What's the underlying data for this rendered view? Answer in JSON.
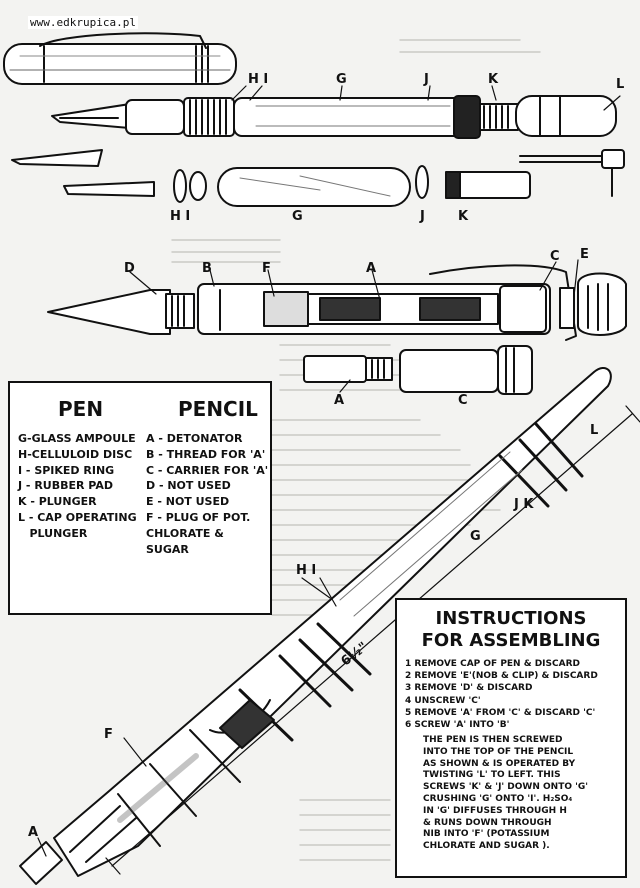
{
  "watermark": "www.edkrupica.pl",
  "labels": {
    "top_hi": "H I",
    "top_g": "G",
    "top_j": "J",
    "top_k": "K",
    "top_l": "L",
    "mid_hi": "H I",
    "mid_g": "G",
    "mid_j": "J",
    "mid_k": "K",
    "pen_d": "D",
    "pen_b": "B",
    "pen_f": "F",
    "pen_a": "A",
    "pen_c": "C",
    "pen_e": "E",
    "part_a": "A",
    "part_c": "C",
    "assembled_l": "L",
    "assembled_jk": "J K",
    "assembled_g": "G",
    "assembled_hi": "H I",
    "assembled_f": "F",
    "assembled_a": "A",
    "dimension": "6½\""
  },
  "key": {
    "pen_heading": "PEN",
    "pencil_heading": "PENCIL",
    "pen_items": [
      "G-GLASS AMPOULE",
      "H-CELLULOID DISC",
      "I - SPIKED RING",
      "J - RUBBER PAD",
      "K - PLUNGER",
      "L - CAP OPERATING",
      "   PLUNGER"
    ],
    "pencil_items": [
      "A - DETONATOR",
      "B - THREAD FOR 'A'",
      "C - CARRIER FOR 'A'",
      "D - NOT USED",
      "E - NOT USED",
      "F - PLUG OF POT.",
      "CHLORATE & SUGAR"
    ]
  },
  "instructions": {
    "title_line1": "INSTRUCTIONS",
    "title_line2": "FOR ASSEMBLING",
    "steps": [
      "1  REMOVE CAP OF PEN & DISCARD",
      "2  REMOVE 'E'(NOB & CLIP) & DISCARD",
      "3  REMOVE 'D' & DISCARD",
      "4  UNSCREW 'C'",
      "5  REMOVE 'A' FROM 'C' & DISCARD 'C'",
      "6  SCREW 'A' INTO 'B'"
    ],
    "note_lines": [
      "THE PEN IS THEN SCREWED",
      "INTO THE TOP OF THE PENCIL",
      "AS SHOWN & IS OPERATED BY",
      "TWISTING 'L' TO LEFT. THIS",
      "SCREWS 'K' & 'J' DOWN ONTO 'G'",
      "CRUSHING 'G' ONTO 'I'. H₂SO₄",
      "IN 'G' DIFFUSES THROUGH H",
      "& RUNS DOWN THROUGH",
      "NIB INTO 'F' (POTASSIUM",
      "CHLORATE AND SUGAR )."
    ]
  }
}
